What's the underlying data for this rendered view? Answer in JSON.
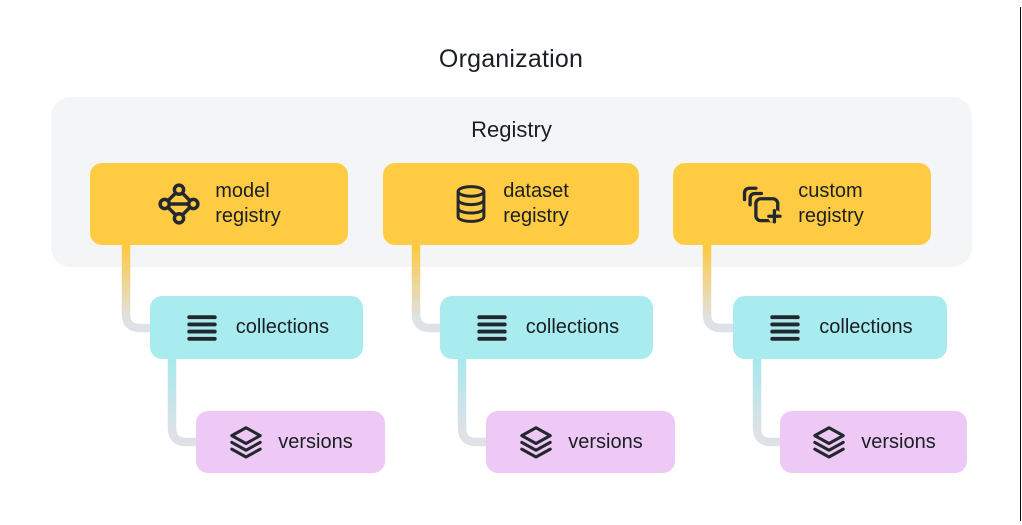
{
  "title": "Organization",
  "group": {
    "label": "Registry"
  },
  "columns": [
    {
      "node": {
        "line1": "model",
        "line2": "registry",
        "icon": "model-registry-icon"
      },
      "collections": {
        "label": "collections",
        "icon": "list-icon"
      },
      "versions": {
        "label": "versions",
        "icon": "layers-icon"
      }
    },
    {
      "node": {
        "line1": "dataset",
        "line2": "registry",
        "icon": "database-icon"
      },
      "collections": {
        "label": "collections",
        "icon": "list-icon"
      },
      "versions": {
        "label": "versions",
        "icon": "layers-icon"
      }
    },
    {
      "node": {
        "line1": "custom",
        "line2": "registry",
        "icon": "registry-add-icon"
      },
      "collections": {
        "label": "collections",
        "icon": "list-icon"
      },
      "versions": {
        "label": "versions",
        "icon": "layers-icon"
      }
    }
  ],
  "colors": {
    "registry_node": "#FFCB42",
    "collections_node": "#A8ECF0",
    "versions_node": "#EEC9F6",
    "group_background": "#F4F5F7",
    "connector_gray": "#DEE1E6",
    "icon_and_text": "#23272E"
  }
}
